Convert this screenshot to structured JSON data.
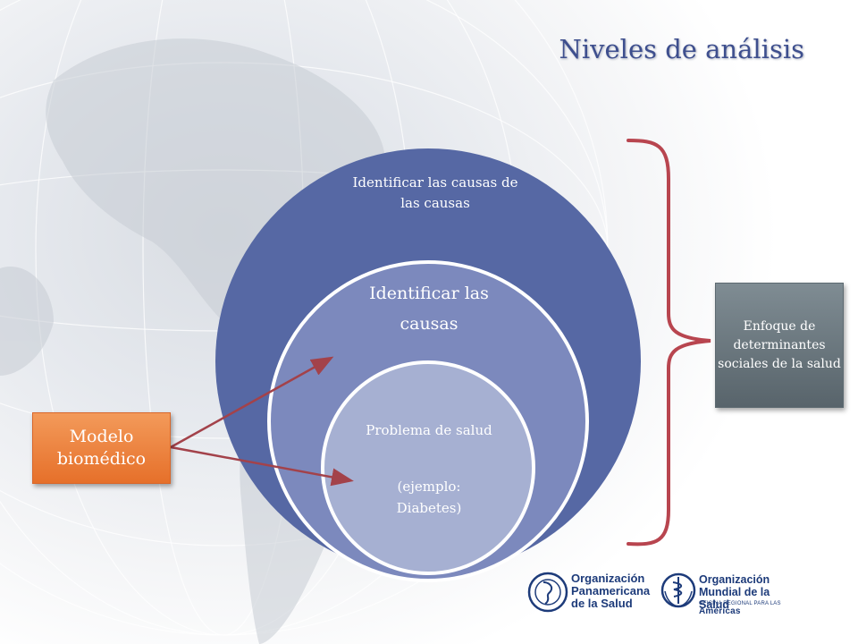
{
  "title": "Niveles de análisis",
  "rings": {
    "outer": "Identificar las causas de las causas",
    "middle": "Identificar las causas",
    "inner_line1": "Problema de salud",
    "inner_line2": "(ejemplo: Diabetes)"
  },
  "boxes": {
    "modelo": "Modelo biomédico",
    "enfoque": "Enfoque de determinantes sociales de la salud"
  },
  "logos": {
    "ops": "Organización\nPanamericana\nde la Salud",
    "oms": "Organización\nMundial de la Salud",
    "oms_sub_small": "OFICINA REGIONAL PARA LAS",
    "oms_sub_big": "Américas"
  },
  "colors": {
    "outer_ring": "#5668a4",
    "middle_ring": "#7c89bd",
    "inner_ring": "#a6b0d2",
    "arrow": "#a3424a",
    "bracket": "#b8454f",
    "modelo_box": "#ec7d3a",
    "enfoque_box": "#6b767c",
    "title": "#3e4f8e"
  }
}
